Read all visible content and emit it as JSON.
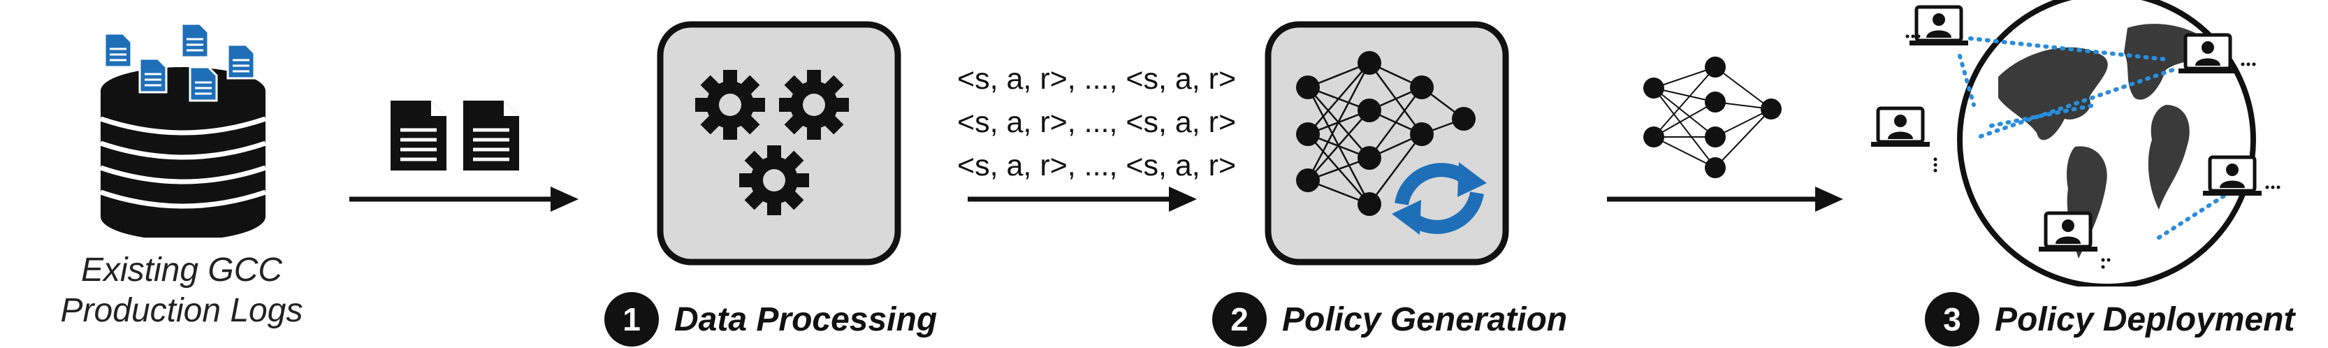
{
  "source": {
    "caption": "Existing GCC\nProduction Logs"
  },
  "tuples": [
    "<s, a, r>, ..., <s, a, r>",
    "<s, a, r>, ..., <s, a, r>",
    "<s, a, r>, ..., <s, a, r>"
  ],
  "steps": [
    {
      "number": "1",
      "label": "Data Processing"
    },
    {
      "number": "2",
      "label": "Policy Generation"
    },
    {
      "number": "3",
      "label": "Policy Deployment"
    }
  ],
  "colors": {
    "accent_blue": "#1E6FB8",
    "link_blue": "#2A8DDB",
    "box_fill": "#D9D9D9",
    "ink": "#111111"
  },
  "icons": [
    "database-icon",
    "document-icon",
    "gears-icon",
    "neural-network-icon",
    "refresh-icon",
    "globe-icon",
    "user-laptop-icon"
  ]
}
